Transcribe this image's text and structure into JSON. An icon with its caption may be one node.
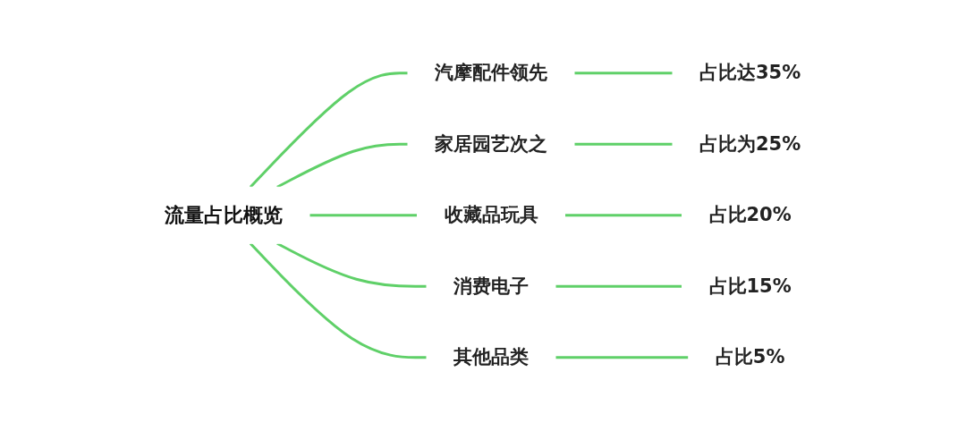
{
  "diagram": {
    "nodes": [
      {
        "text": [
          "流量占比概览"
        ]
      },
      {
        "text": [
          "汽摩配件领先"
        ]
      },
      {
        "text": [
          "家居园艺次之"
        ]
      },
      {
        "text": [
          "收藏品玩具"
        ]
      },
      {
        "text": [
          "消费电子"
        ]
      },
      {
        "text": [
          "其他品类"
        ]
      },
      {
        "text": [
          "占比达35%"
        ]
      },
      {
        "text": [
          "占比为25%"
        ]
      },
      {
        "text": [
          "占比20%"
        ]
      },
      {
        "text": [
          "占比15%"
        ]
      },
      {
        "text": [
          "占比5%"
        ]
      }
    ],
    "edges": [
      {
        "from": 0,
        "to": 1,
        "arrow": "none"
      },
      {
        "from": 0,
        "to": 2,
        "arrow": "none"
      },
      {
        "from": 0,
        "to": 3,
        "arrow": "none"
      },
      {
        "from": 0,
        "to": 4,
        "arrow": "none"
      },
      {
        "from": 0,
        "to": 5,
        "arrow": "none"
      },
      {
        "from": 1,
        "to": 6,
        "arrow": "none"
      },
      {
        "from": 2,
        "to": 7,
        "arrow": "none"
      },
      {
        "from": 3,
        "to": 8,
        "arrow": "none"
      },
      {
        "from": 4,
        "to": 9,
        "arrow": "none"
      },
      {
        "from": 5,
        "to": 10,
        "arrow": "none"
      }
    ]
  }
}
